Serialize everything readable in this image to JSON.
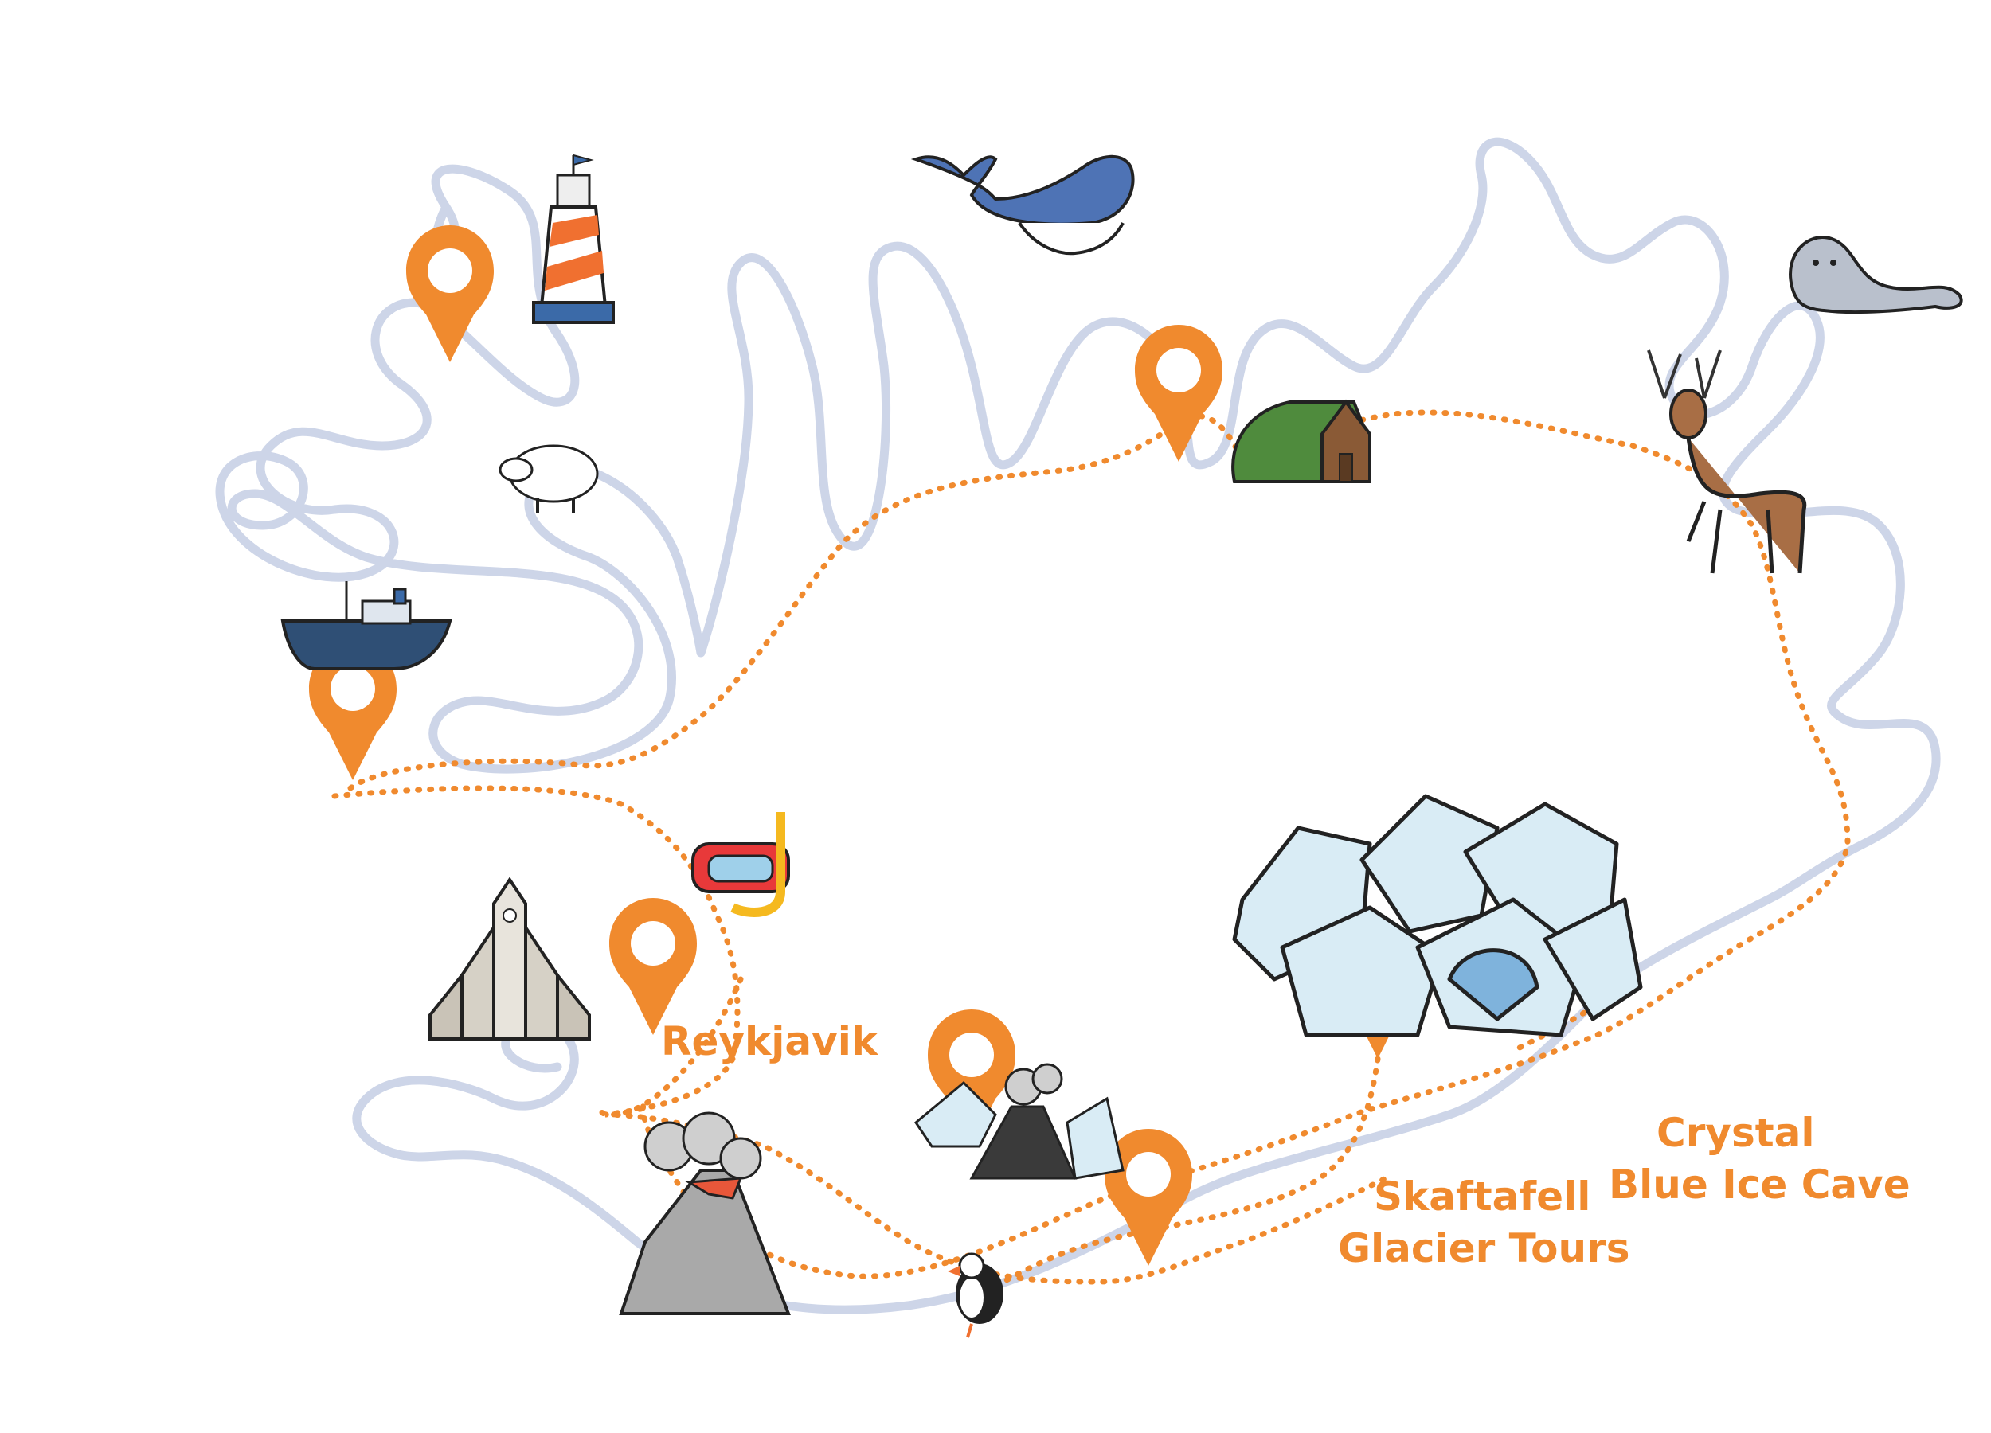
{
  "labels": {
    "reykjavik": "Reykjavik",
    "skaftafell_line1": "Skaftafell",
    "skaftafell_line2": "Glacier Tours",
    "crystal_line1": "Crystal",
    "crystal_line2": "Blue Ice Cave"
  },
  "colors": {
    "route": "#f08a2e",
    "pin": "#f08a2e",
    "coastline": "#cdd5e8",
    "label": "#f08a2e"
  },
  "icons": [
    "lighthouse-icon",
    "whale-icon",
    "seal-icon",
    "sheep-icon",
    "fishing-boat-icon",
    "turf-house-icon",
    "reindeer-icon",
    "snorkel-mask-icon",
    "church-icon",
    "glacier-cave-icon",
    "volcano-icon",
    "volcano-glacier-icon",
    "puffin-icon",
    "map-pin-icon"
  ]
}
